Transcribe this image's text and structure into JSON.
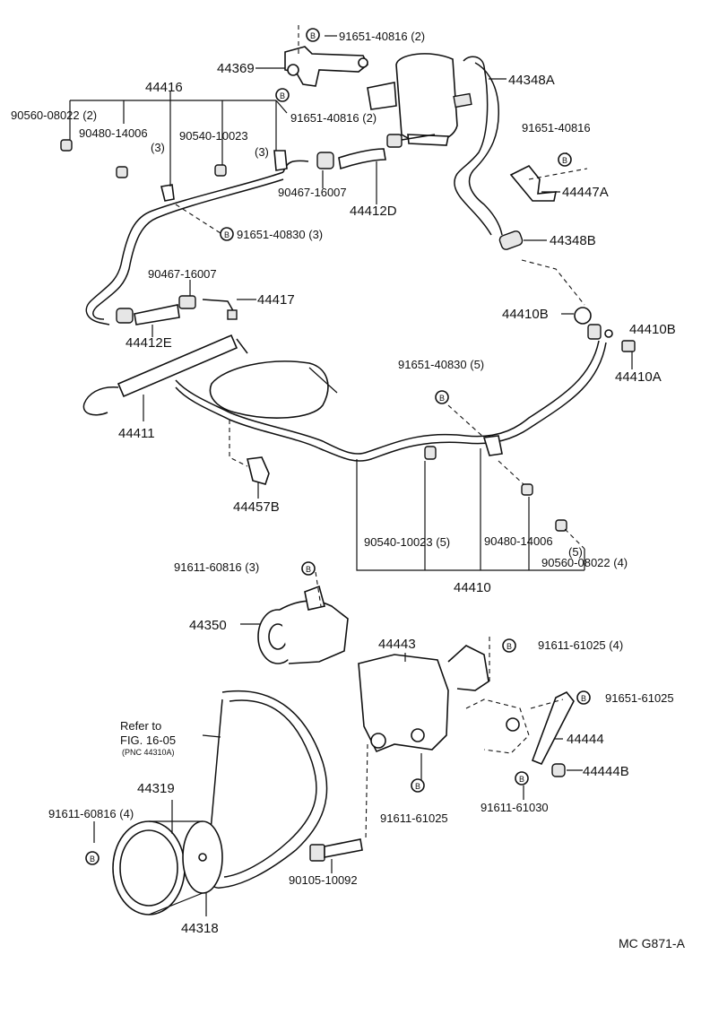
{
  "diagram": {
    "drawing_code": "MC G871-A",
    "bolt_marker": "B",
    "refer_note": {
      "line1": "Refer to",
      "line2": "FIG. 16-05",
      "line3": "(PNC 44310A)"
    },
    "labels": {
      "p91651_40816_2_top": "91651-40816 (2)",
      "p44369": "44369",
      "p44348A": "44348A",
      "p44416": "44416",
      "p91651_40816_2": "91651-40816 (2)",
      "p90560_08022_2": "90560-08022 (2)",
      "p90480_14006_3": "90480-14006",
      "p90480_14006_3_qty": "(3)",
      "p90540_10023_3": "90540-10023",
      "p90540_10023_3_qty": "(3)",
      "p90467_16007_top": "90467-16007",
      "p44412D": "44412D",
      "p91651_40816_r": "91651-40816",
      "p44447A": "44447A",
      "p91651_40830_3": "91651-40830 (3)",
      "p44348B": "44348B",
      "p90467_16007_mid": "90467-16007",
      "p44417": "44417",
      "p44410B_left": "44410B",
      "p44410B_right": "44410B",
      "p44412E": "44412E",
      "p44410A": "44410A",
      "p91651_40830_5": "91651-40830 (5)",
      "p44411": "44411",
      "p44457B": "44457B",
      "p90540_10023_5": "90540-10023 (5)",
      "p90480_14006_5": "90480-14006",
      "p90480_14006_5_qty": "(5)",
      "p90560_08022_4": "90560-08022 (4)",
      "p44410": "44410",
      "p91611_60816_3": "91611-60816 (3)",
      "p44350": "44350",
      "p44443": "44443",
      "p91611_61025_4": "91611-61025 (4)",
      "p91651_61025": "91651-61025",
      "p44444": "44444",
      "p44444B": "44444B",
      "p44319": "44319",
      "p91611_60816_4": "91611-60816 (4)",
      "p91611_61025": "91611-61025",
      "p91611_61030": "91611-61030",
      "p90105_10092": "90105-10092",
      "p44318": "44318"
    }
  }
}
